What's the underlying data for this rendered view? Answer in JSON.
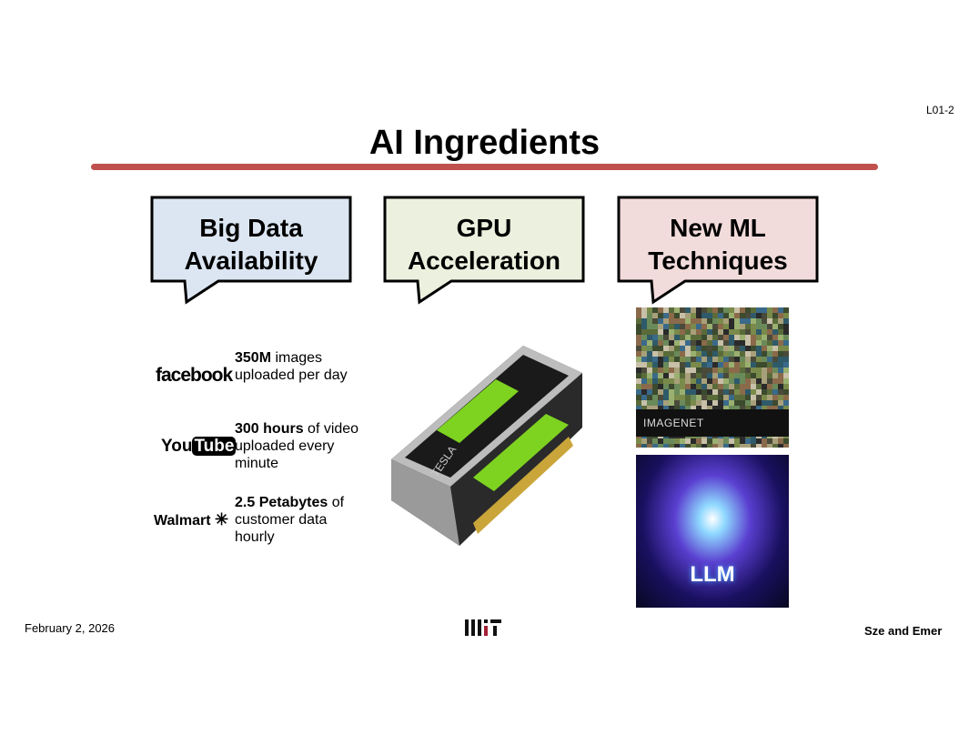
{
  "slide_number": "L01-2",
  "title": "AI Ingredients",
  "colors": {
    "title_bar": "#c0504d",
    "callout_1": "#dce6f2",
    "callout_2": "#ebf1de",
    "callout_3": "#f2dcdb"
  },
  "callouts": [
    {
      "label": "Big Data\nAvailability"
    },
    {
      "label": "GPU\nAcceleration"
    },
    {
      "label": "New ML\nTechniques"
    }
  ],
  "stats": [
    {
      "logo": "facebook",
      "bold": "350M",
      "text": " images uploaded per day"
    },
    {
      "logo": "YouTube",
      "bold": "300 hours",
      "text": " of video uploaded every minute"
    },
    {
      "logo": "Walmart",
      "bold": "2.5 Petabytes",
      "text": " of customer data hourly"
    }
  ],
  "images": {
    "gpu": "gpu-card-image",
    "imagenet_label": "IMAGENET",
    "llm_label": "LLM"
  },
  "footer": {
    "date": "February 2, 2026",
    "authors": "Sze and Emer",
    "logo": "MIT"
  }
}
